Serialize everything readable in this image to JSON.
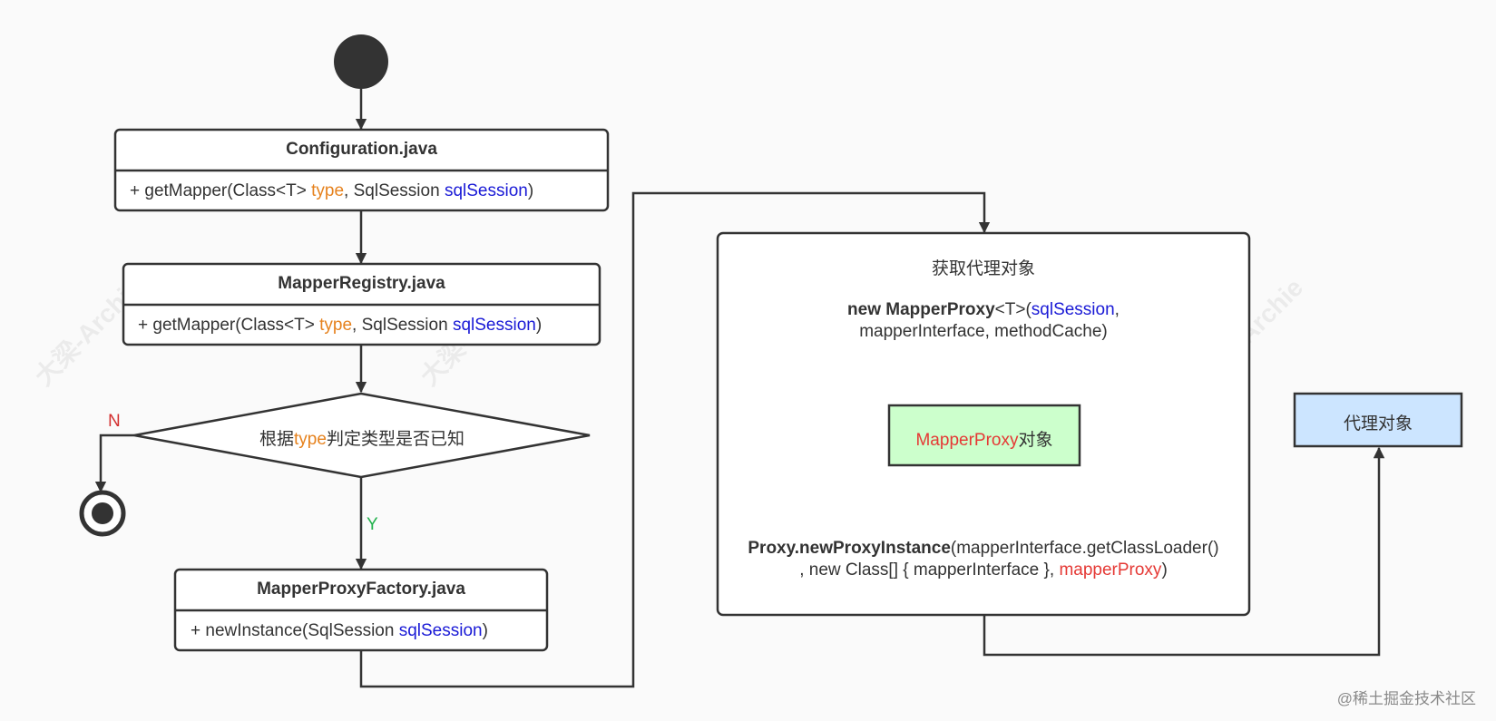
{
  "watermark": "大梁-Archie",
  "footer": "@稀土掘金技术社区",
  "nodes": {
    "configuration": {
      "title": "Configuration.java",
      "method": {
        "prefix": "+ getMapper(Class<T> ",
        "type": "type",
        "mid": ", SqlSession ",
        "param": "sqlSession",
        "suffix": ")"
      }
    },
    "registry": {
      "title": "MapperRegistry.java",
      "method": {
        "prefix": "+ getMapper(Class<T> ",
        "type": "type",
        "mid": ", SqlSession ",
        "param": "sqlSession",
        "suffix": ")"
      }
    },
    "decision": {
      "prefix": "根据",
      "type": "type",
      "suffix": "判定类型是否已知"
    },
    "factory": {
      "title": "MapperProxyFactory.java",
      "method": {
        "prefix": "+ newInstance(SqlSession ",
        "param": "sqlSession",
        "suffix": ")"
      }
    },
    "proxy_group": {
      "title": "获取代理对象",
      "new_stmt": {
        "keyword": "new MapperProxy",
        "generic": "<T>(",
        "param": "sqlSession",
        "rest1": ",",
        "line2": "mapperInterface, methodCache)"
      },
      "mapper_proxy_box": {
        "name": "MapperProxy",
        "suffix": "对象"
      },
      "instance_stmt": {
        "keyword": "Proxy.newProxyInstance",
        "rest1": "(mapperInterface.getClassLoader()",
        "line2_prefix": ", new Class[] { mapperInterface }, ",
        "line2_param": "mapperProxy",
        "line2_suffix": ")"
      }
    },
    "result": {
      "label": "代理对象"
    }
  },
  "edge_labels": {
    "no": "N",
    "yes": "Y"
  },
  "colors": {
    "type_kw": "#e6821e",
    "param_kw": "#1a1ad6",
    "proxy_kw": "#e53935",
    "no_label": "#d32f2f",
    "yes_label": "#22b14c",
    "mapper_proxy_fill": "#ccffcc",
    "result_fill": "#cce5ff"
  }
}
